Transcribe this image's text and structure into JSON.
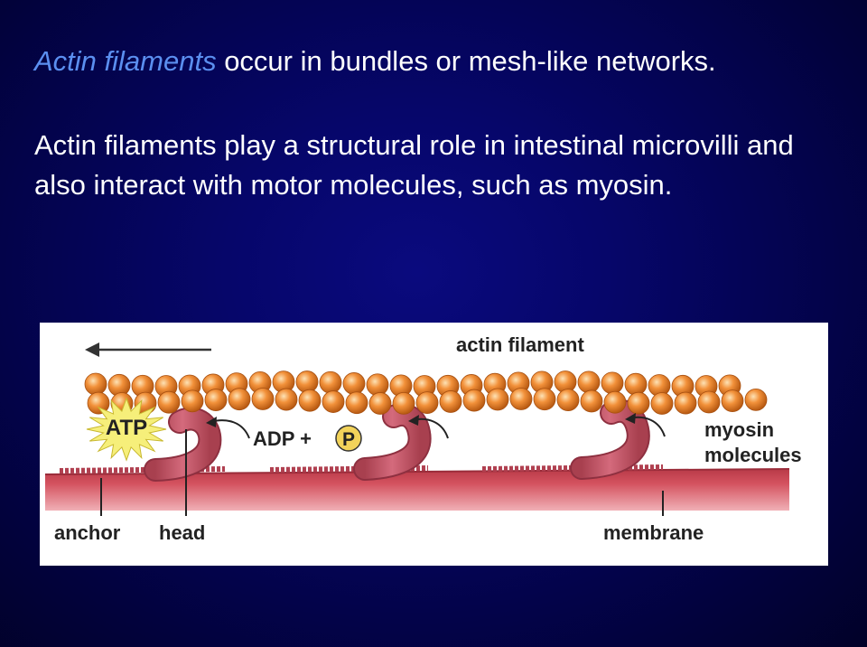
{
  "headline": {
    "emphasis": "Actin filaments",
    "rest": " occur in bundles or mesh-like networks."
  },
  "body": "Actin filaments play a structural role in intestinal microvilli and also interact with motor molecules, such as myosin.",
  "figure": {
    "labels": {
      "actin_filament": "actin filament",
      "atp": "ATP",
      "adp_plus": "ADP +",
      "phosphate": "P",
      "myosin_line1": "myosin",
      "myosin_line2": "molecules",
      "anchor": "anchor",
      "head": "head",
      "membrane": "membrane"
    },
    "colors": {
      "bead": "#f2913a",
      "myosin": "#c55a6e",
      "membrane": "#cf4a58",
      "burst": "#f6ef7a",
      "phosphate_circle": "#f2d35a"
    }
  }
}
